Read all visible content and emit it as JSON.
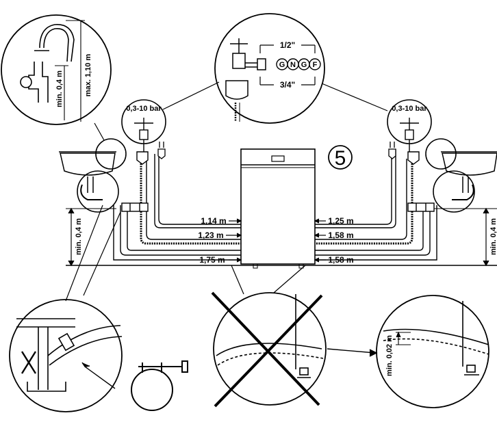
{
  "figure_number": "5",
  "pressure": {
    "left": "0,3-10 bar",
    "right": "0,3-10 bar"
  },
  "thread": {
    "top": "1/2\"",
    "bottom": "3/4\""
  },
  "heights": {
    "max": "max. 1,10 m",
    "min_siphon": "min. 0,4 m",
    "min_floor_left": "min. 0,4 m",
    "min_floor_right": "min. 0,4 m",
    "min_slope": "min. 0,02 m"
  },
  "distances": {
    "left_1": "1,14 m",
    "left_2": "1,23 m",
    "left_3": "1,75 m",
    "right_1": "1,25 m",
    "right_2": "1,58 m",
    "right_3": "1,58 m"
  },
  "thread_codes": [
    "G",
    "N",
    "G",
    "F"
  ],
  "colors": {
    "ink": "#000000",
    "paper": "#ffffff"
  }
}
